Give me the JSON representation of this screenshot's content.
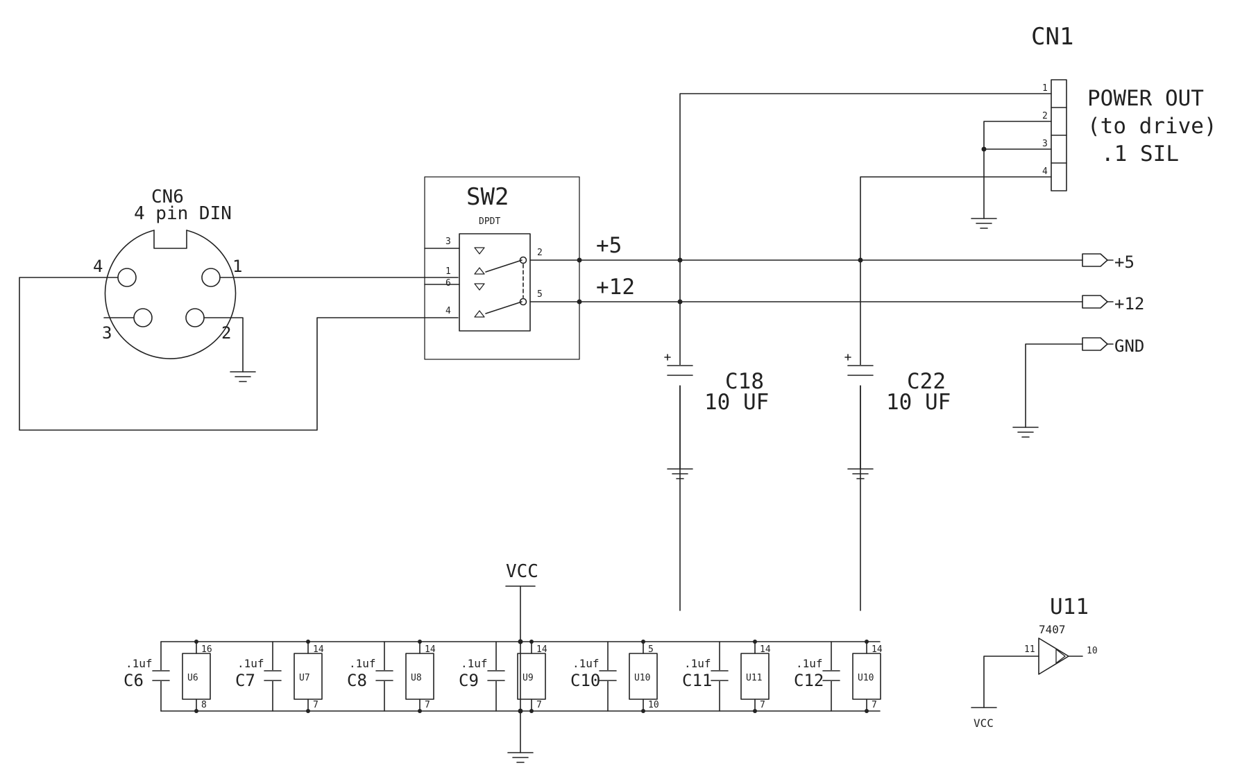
{
  "cn1": {
    "ref": "CN1",
    "desc_line1": "POWER OUT",
    "desc_line2": "(to drive)",
    "desc_line3": ".1 SIL",
    "pins": [
      "1",
      "2",
      "3",
      "4"
    ]
  },
  "cn6": {
    "ref": "CN6",
    "value": "4 pin DIN",
    "pins": [
      "4",
      "1",
      "3",
      "2"
    ]
  },
  "sw2": {
    "ref": "SW2",
    "value": "DPDT",
    "pins": [
      "3",
      "1",
      "6",
      "4",
      "2",
      "5"
    ]
  },
  "nets": {
    "v5_label": "+5",
    "v12_label": "+12",
    "port_v5": "+5",
    "port_v12": "+12",
    "port_gnd": "GND"
  },
  "c18": {
    "ref": "C18",
    "value": "10 UF"
  },
  "c22": {
    "ref": "C22",
    "value": "10 UF"
  },
  "vcc_label": "VCC",
  "decoupling": [
    {
      "cap": "C6",
      "value": ".1uf",
      "ic": "U6",
      "pin_top": "16",
      "pin_bot": "8"
    },
    {
      "cap": "C7",
      "value": ".1uf",
      "ic": "U7",
      "pin_top": "14",
      "pin_bot": "7"
    },
    {
      "cap": "C8",
      "value": ".1uf",
      "ic": "U8",
      "pin_top": "14",
      "pin_bot": "7"
    },
    {
      "cap": "C9",
      "value": ".1uf",
      "ic": "U9",
      "pin_top": "14",
      "pin_bot": "7"
    },
    {
      "cap": "C10",
      "value": ".1uf",
      "ic": "U10",
      "pin_top": "5",
      "pin_bot": "10"
    },
    {
      "cap": "C11",
      "value": ".1uf",
      "ic": "U11",
      "pin_top": "14",
      "pin_bot": "7"
    },
    {
      "cap": "C12",
      "value": ".1uf",
      "ic": "U10",
      "pin_top": "14",
      "pin_bot": "7"
    }
  ],
  "u11": {
    "ref": "U11",
    "value": "7407",
    "pin_in": "11",
    "pin_out": "10",
    "vcc_label": "VCC"
  }
}
